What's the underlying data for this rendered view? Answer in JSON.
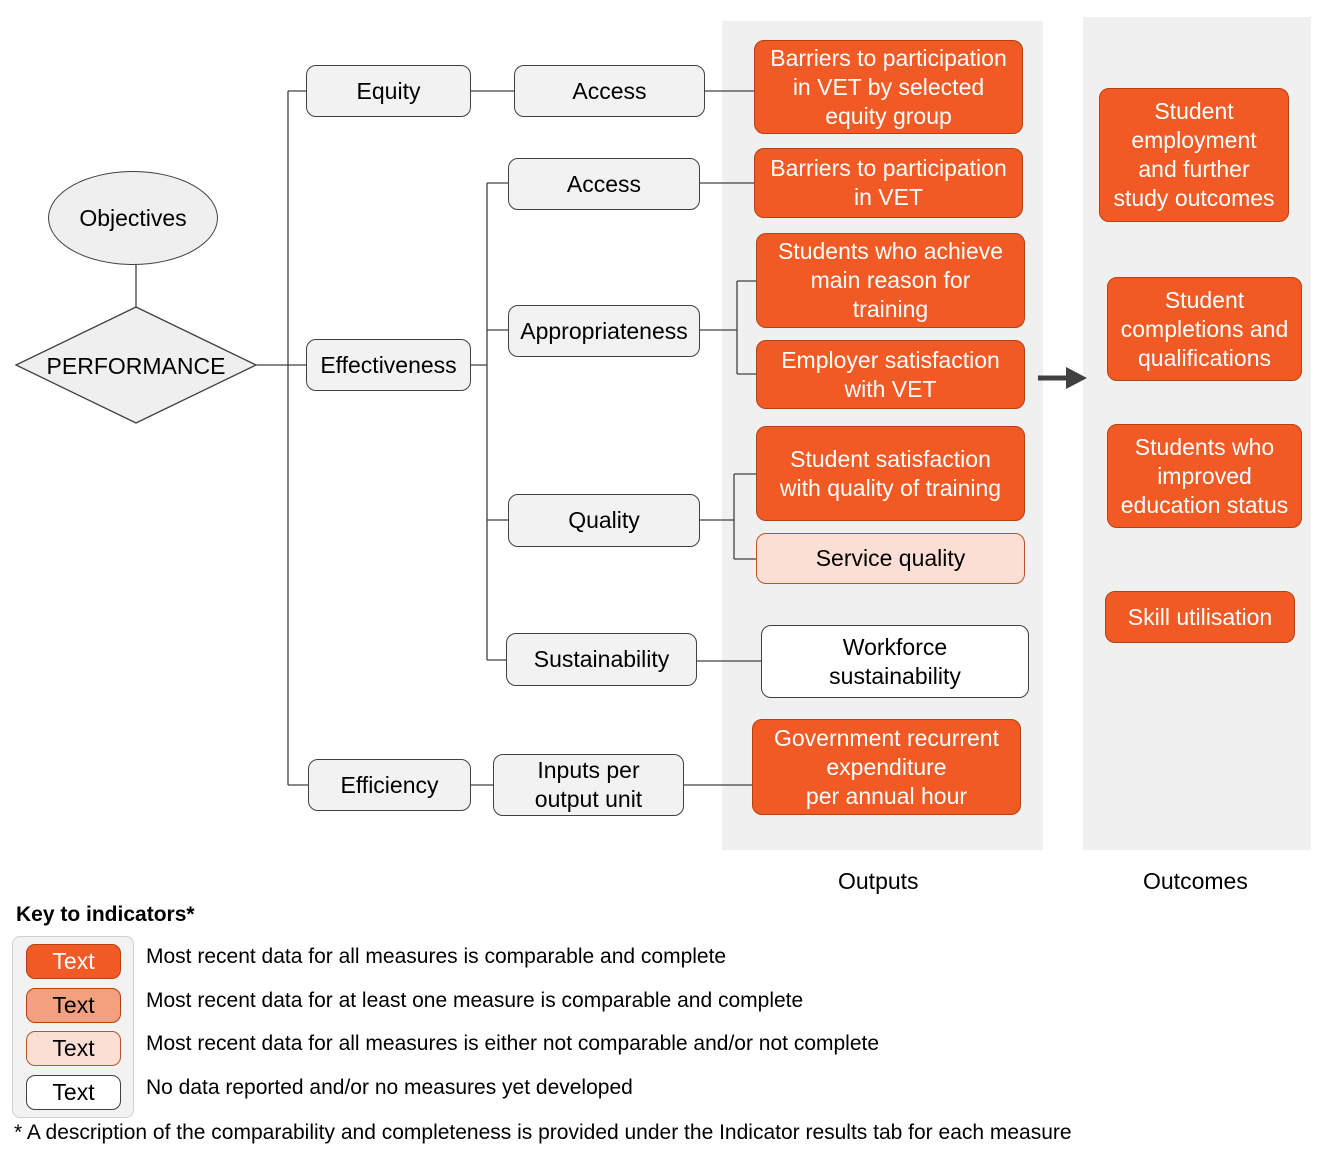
{
  "top": {
    "objectives": "Objectives",
    "performance": "PERFORMANCE"
  },
  "domains": {
    "equity": "Equity",
    "effectiveness": "Effectiveness",
    "efficiency": "Efficiency"
  },
  "sub_domains": {
    "equity_access": "Access",
    "effectiveness_access": "Access",
    "appropriateness": "Appropriateness",
    "quality": "Quality",
    "sustainability": "Sustainability",
    "inputs_per_output": "Inputs per\noutput unit"
  },
  "outputs": [
    {
      "label": "Barriers to participation\nin VET by selected\nequity group",
      "status": "full"
    },
    {
      "label": "Barriers to participation\nin VET",
      "status": "full"
    },
    {
      "label": "Students who achieve\nmain reason for\ntraining",
      "status": "full"
    },
    {
      "label": "Employer satisfaction\nwith VET",
      "status": "full"
    },
    {
      "label": "Student satisfaction\nwith quality of training",
      "status": "full"
    },
    {
      "label": "Service quality",
      "status": "not-comparable"
    },
    {
      "label": "Workforce\nsustainability",
      "status": "no-data"
    },
    {
      "label": "Government recurrent\nexpenditure\nper annual hour",
      "status": "full"
    }
  ],
  "outcomes": [
    {
      "label": "Student\nemployment\nand further\nstudy outcomes",
      "status": "full"
    },
    {
      "label": "Student\ncompletions and\nqualifications",
      "status": "full"
    },
    {
      "label": "Students who\nimproved\neducation status",
      "status": "full"
    },
    {
      "label": "Skill utilisation",
      "status": "full"
    }
  ],
  "columns": {
    "outputs": "Outputs",
    "outcomes": "Outcomes"
  },
  "key": {
    "title": "Key to indicators*",
    "items": [
      {
        "swatch": "Text",
        "description": "Most recent data for all measures is comparable and complete"
      },
      {
        "swatch": "Text",
        "description": "Most recent data for at least one measure is comparable and complete"
      },
      {
        "swatch": "Text",
        "description": "Most recent data for all measures is either not comparable and/or not complete"
      },
      {
        "swatch": "Text",
        "description": "No data reported and/or no measures yet developed"
      }
    ],
    "footnote": "* A description of the comparability and completeness is provided under the Indicator results tab for each measure"
  },
  "colors": {
    "full": "#f15a24",
    "partial": "#f4a07e",
    "not_comparable": "#fcdfd4",
    "no_data": "#ffffff",
    "panel": "#f0f0f0"
  }
}
